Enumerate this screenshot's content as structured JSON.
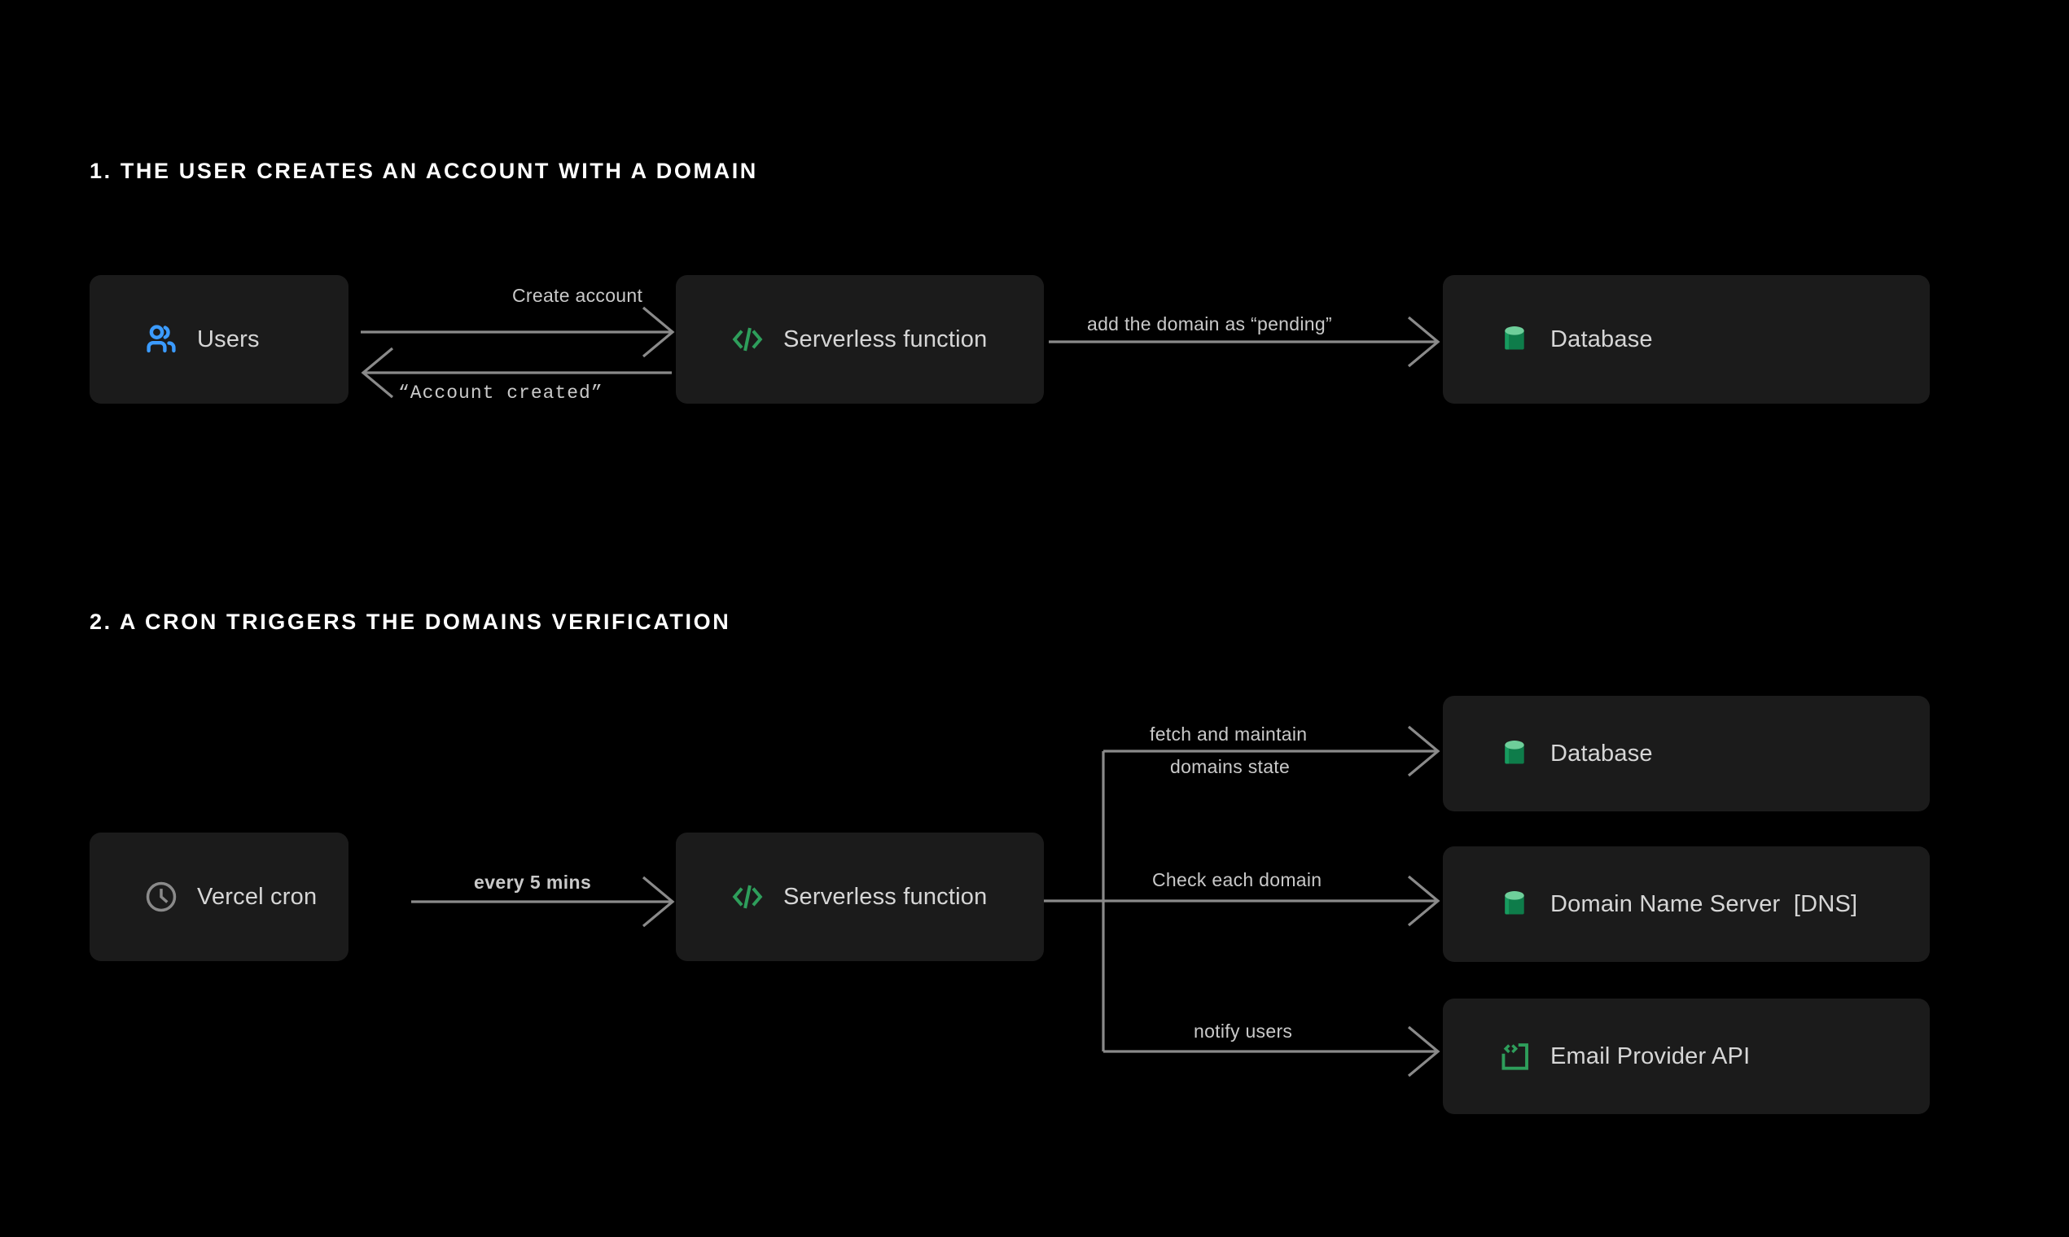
{
  "page": {
    "background_color": "#000000",
    "accent_green": "#2e9e5b",
    "accent_blue": "#3b9bff",
    "line_color": "#8a8a8a",
    "box_color": "#1b1b1b",
    "text_color": "#d6d6d6"
  },
  "sections": [
    {
      "id": "section-1",
      "heading": "1. THE USER CREATES AN ACCOUNT WITH A DOMAIN",
      "nodes": [
        {
          "id": "users",
          "label": "Users",
          "icon": "users-icon",
          "icon_color": "#3b9bff"
        },
        {
          "id": "serverless-1",
          "label": "Serverless function",
          "icon": "code-icon",
          "icon_color": "#2e9e5b"
        },
        {
          "id": "database-1",
          "label": "Database",
          "icon": "database-cylinder-icon",
          "icon_color": "#0e7c4a"
        }
      ],
      "edges": [
        {
          "id": "create-account",
          "label": "Create account",
          "from": "users",
          "to": "serverless-1",
          "style": "sans"
        },
        {
          "id": "account-created",
          "label": "“Account created”",
          "from": "serverless-1",
          "to": "users",
          "style": "mono"
        },
        {
          "id": "add-pending",
          "label": "add the domain as “pending”",
          "from": "serverless-1",
          "to": "database-1",
          "style": "sans"
        }
      ]
    },
    {
      "id": "section-2",
      "heading": "2. A CRON TRIGGERS THE DOMAINS VERIFICATION",
      "nodes": [
        {
          "id": "cron",
          "label": "Vercel cron",
          "icon": "clock-icon",
          "icon_color": "#8a8a8a"
        },
        {
          "id": "serverless-2",
          "label": "Serverless function",
          "icon": "code-icon",
          "icon_color": "#2e9e5b"
        },
        {
          "id": "database-2",
          "label": "Database",
          "icon": "database-cylinder-icon",
          "icon_color": "#0e7c4a"
        },
        {
          "id": "dns",
          "label": "Domain Name Server  [DNS]",
          "icon": "database-cylinder-icon",
          "icon_color": "#0e7c4a"
        },
        {
          "id": "email",
          "label": "Email Provider API",
          "icon": "api-bracket-icon",
          "icon_color": "#2e9e5b"
        }
      ],
      "edges": [
        {
          "id": "every-5-mins",
          "label": "every 5 mins",
          "from": "cron",
          "to": "serverless-2",
          "style": "bold"
        },
        {
          "id": "fetch-maintain",
          "label_line_1": "fetch and maintain",
          "label_line_2": "domains state",
          "from": "serverless-2",
          "to": "database-2",
          "style": "sans"
        },
        {
          "id": "check-each-domain",
          "label": "Check each domain",
          "from": "serverless-2",
          "to": "dns",
          "style": "sans"
        },
        {
          "id": "notify-users",
          "label": "notify users",
          "from": "serverless-2",
          "to": "email",
          "style": "sans"
        }
      ]
    }
  ]
}
